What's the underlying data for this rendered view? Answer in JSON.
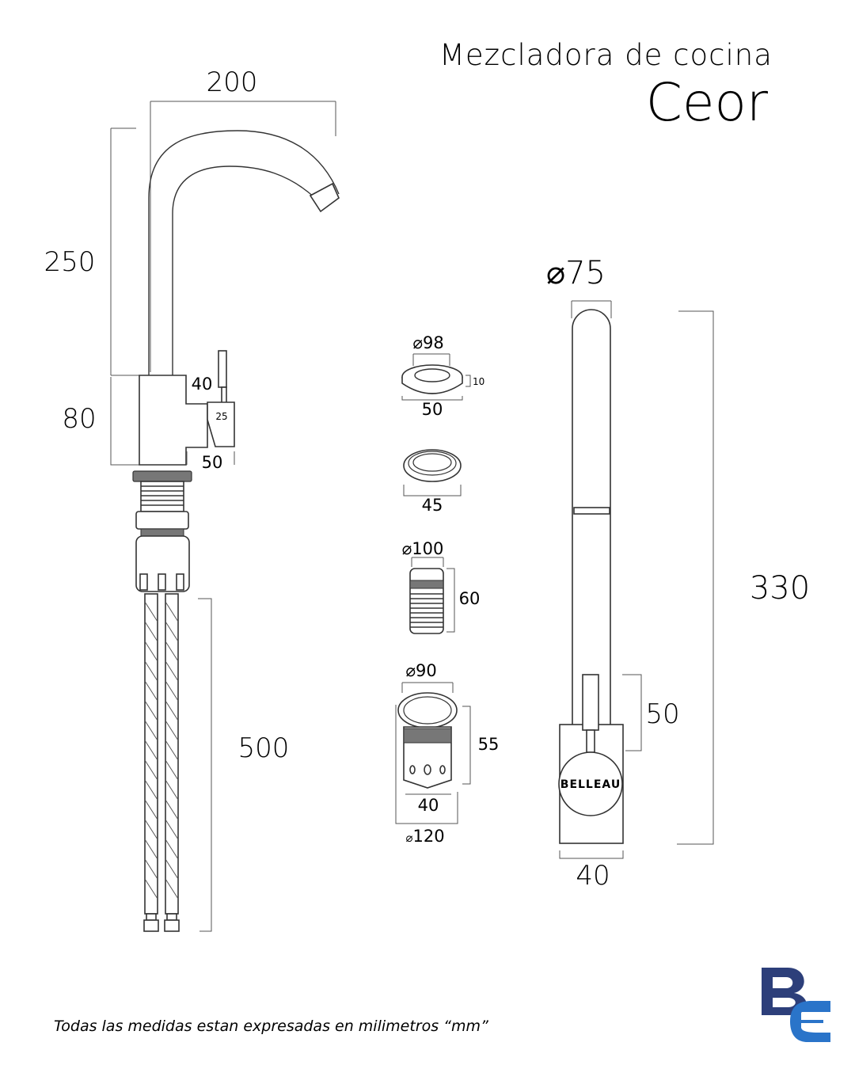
{
  "header": {
    "subtitle": "Mezcladora de cocina",
    "title": "Ceor"
  },
  "side_view": {
    "width": "200",
    "spout_height": "250",
    "body_height": "80",
    "lever_offset": "40",
    "lever_size": "25",
    "body_depth": "50",
    "hose_length": "500"
  },
  "parts": {
    "ring": {
      "diameter": "⌀98",
      "thickness": "10",
      "width": "50"
    },
    "gasket": {
      "width": "45"
    },
    "threaded_rod": {
      "diameter": "⌀100",
      "height": "60"
    },
    "nut": {
      "diameter": "⌀90",
      "height": "55",
      "width": "40",
      "base_diameter": "120"
    }
  },
  "front_view": {
    "diameter_symbol": "⌀",
    "diameter_value": "75",
    "height": "330",
    "lever_height": "50",
    "base_width": "40",
    "logo": "BELLEAU"
  },
  "footer": {
    "note": "Todas las medidas estan expresadas en milimetros “mm”"
  },
  "brand": {
    "primary_color": "#2d3f7a",
    "accent_color": "#2a74c9"
  }
}
